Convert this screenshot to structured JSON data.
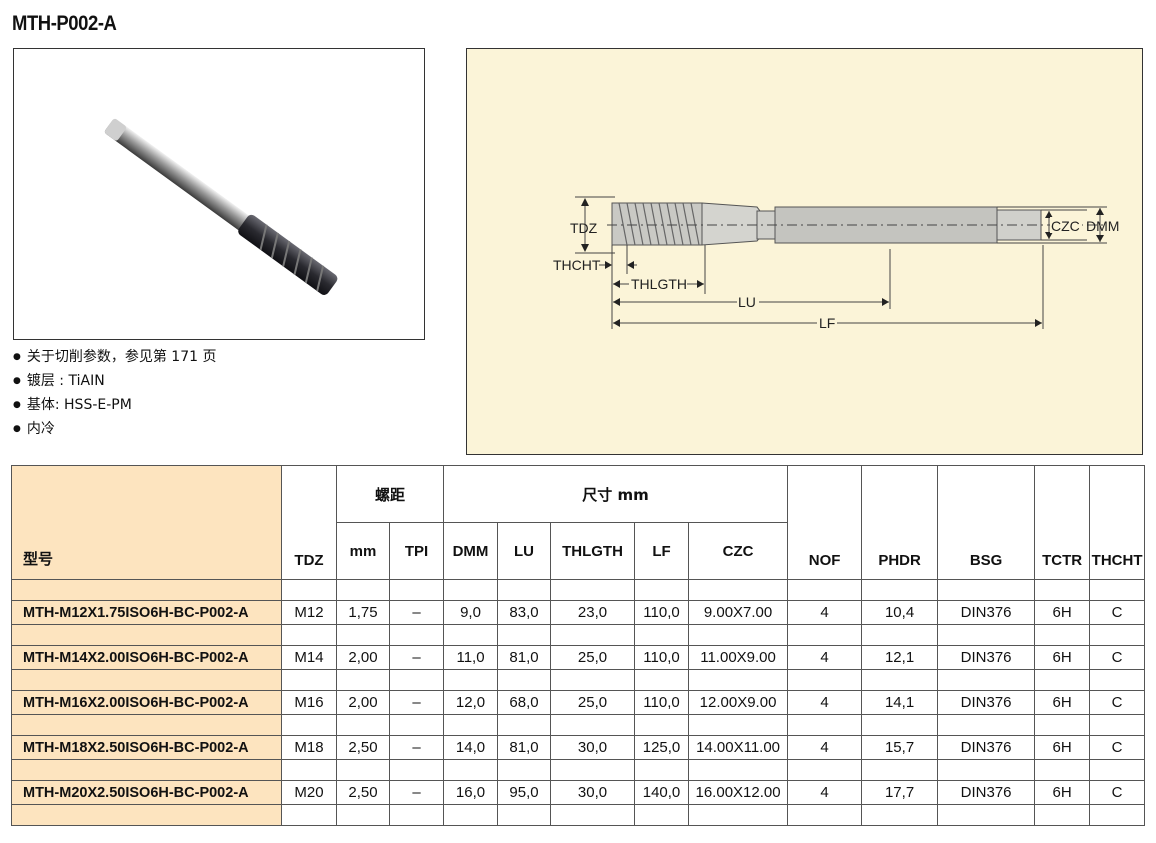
{
  "title": "MTH-P002-A",
  "bullets": [
    "关于切削参数，参见第 171 页",
    "镀层 : TiAIN",
    "基体: HSS-E-PM",
    "内冷"
  ],
  "diagram": {
    "labels": {
      "tdz": "TDZ",
      "thcht": "THCHT",
      "thlgth": "THLGTH",
      "lu": "LU",
      "lf": "LF",
      "czc": "CZC",
      "dmm": "DMM"
    }
  },
  "colors": {
    "diagram_bg": "#fbf4d8",
    "model_column_bg": "#fde4bf"
  },
  "table": {
    "headers": {
      "model": "型号",
      "tdz": "TDZ",
      "pitch_group": "螺距",
      "mm": "mm",
      "tpi": "TPI",
      "size_group": "尺寸 mm",
      "dmm": "DMM",
      "lu": "LU",
      "thlgth": "THLGTH",
      "lf": "LF",
      "czc": "CZC",
      "nof": "NOF",
      "phdr": "PHDR",
      "bsg": "BSG",
      "tctr": "TCTR",
      "thcht": "THCHT"
    },
    "rows": [
      {
        "model": "MTH-M12X1.75ISO6H-BC-P002-A",
        "tdz": "M12",
        "mm": "1,75",
        "tpi": "–",
        "dmm": "9,0",
        "lu": "83,0",
        "thlgth": "23,0",
        "lf": "110,0",
        "czc": "9.00X7.00",
        "nof": "4",
        "phdr": "10,4",
        "bsg": "DIN376",
        "tctr": "6H",
        "thcht": "C"
      },
      {
        "model": "MTH-M14X2.00ISO6H-BC-P002-A",
        "tdz": "M14",
        "mm": "2,00",
        "tpi": "–",
        "dmm": "11,0",
        "lu": "81,0",
        "thlgth": "25,0",
        "lf": "110,0",
        "czc": "11.00X9.00",
        "nof": "4",
        "phdr": "12,1",
        "bsg": "DIN376",
        "tctr": "6H",
        "thcht": "C"
      },
      {
        "model": "MTH-M16X2.00ISO6H-BC-P002-A",
        "tdz": "M16",
        "mm": "2,00",
        "tpi": "–",
        "dmm": "12,0",
        "lu": "68,0",
        "thlgth": "25,0",
        "lf": "110,0",
        "czc": "12.00X9.00",
        "nof": "4",
        "phdr": "14,1",
        "bsg": "DIN376",
        "tctr": "6H",
        "thcht": "C"
      },
      {
        "model": "MTH-M18X2.50ISO6H-BC-P002-A",
        "tdz": "M18",
        "mm": "2,50",
        "tpi": "–",
        "dmm": "14,0",
        "lu": "81,0",
        "thlgth": "30,0",
        "lf": "125,0",
        "czc": "14.00X11.00",
        "nof": "4",
        "phdr": "15,7",
        "bsg": "DIN376",
        "tctr": "6H",
        "thcht": "C"
      },
      {
        "model": "MTH-M20X2.50ISO6H-BC-P002-A",
        "tdz": "M20",
        "mm": "2,50",
        "tpi": "–",
        "dmm": "16,0",
        "lu": "95,0",
        "thlgth": "30,0",
        "lf": "140,0",
        "czc": "16.00X12.00",
        "nof": "4",
        "phdr": "17,7",
        "bsg": "DIN376",
        "tctr": "6H",
        "thcht": "C"
      }
    ]
  }
}
